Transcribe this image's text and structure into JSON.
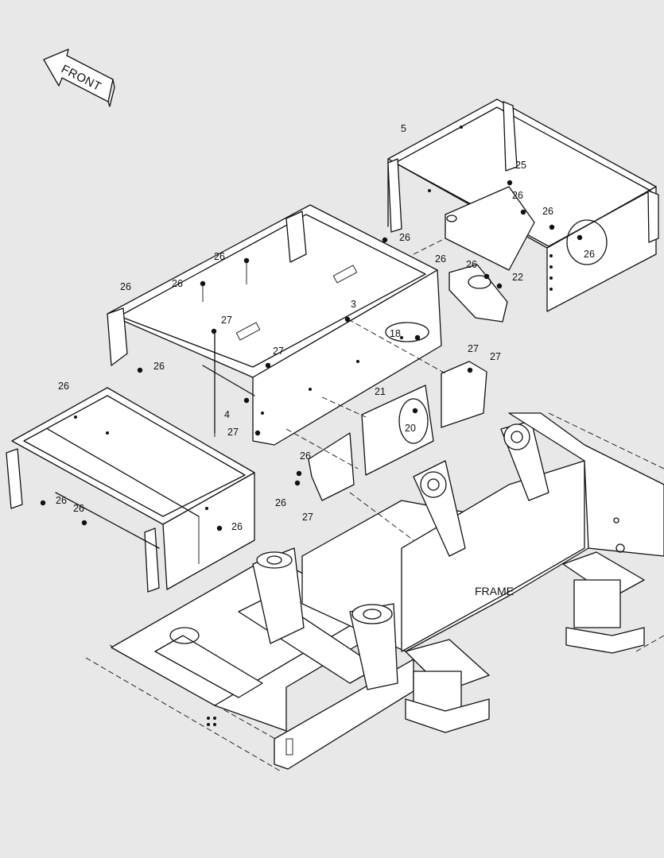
{
  "labels": {
    "front": "FRONT",
    "frame": "FRAME"
  },
  "callouts": [
    {
      "id": "c5",
      "text": "5"
    },
    {
      "id": "c25",
      "text": "25"
    },
    {
      "id": "c26a",
      "text": "26"
    },
    {
      "id": "c26b",
      "text": "26"
    },
    {
      "id": "c26c",
      "text": "26"
    },
    {
      "id": "c26d",
      "text": "26"
    },
    {
      "id": "c26e",
      "text": "26"
    },
    {
      "id": "c26f",
      "text": "26"
    },
    {
      "id": "c22",
      "text": "22"
    },
    {
      "id": "c26g",
      "text": "26"
    },
    {
      "id": "c26h",
      "text": "26"
    },
    {
      "id": "c3",
      "text": "3"
    },
    {
      "id": "c26i",
      "text": "26"
    },
    {
      "id": "c27a",
      "text": "27"
    },
    {
      "id": "c26j",
      "text": "26"
    },
    {
      "id": "c27b",
      "text": "27"
    },
    {
      "id": "c27c",
      "text": "27"
    },
    {
      "id": "c26k",
      "text": "26"
    },
    {
      "id": "c21",
      "text": "21"
    },
    {
      "id": "c4",
      "text": "4"
    },
    {
      "id": "c18",
      "text": "18"
    },
    {
      "id": "c27d",
      "text": "27"
    },
    {
      "id": "c26l",
      "text": "26"
    },
    {
      "id": "c26m",
      "text": "26"
    },
    {
      "id": "c27e",
      "text": "27"
    },
    {
      "id": "c27f",
      "text": "27"
    },
    {
      "id": "c20",
      "text": "20"
    },
    {
      "id": "c26n",
      "text": "26"
    },
    {
      "id": "c26o",
      "text": "26"
    },
    {
      "id": "c26p",
      "text": "26"
    }
  ]
}
